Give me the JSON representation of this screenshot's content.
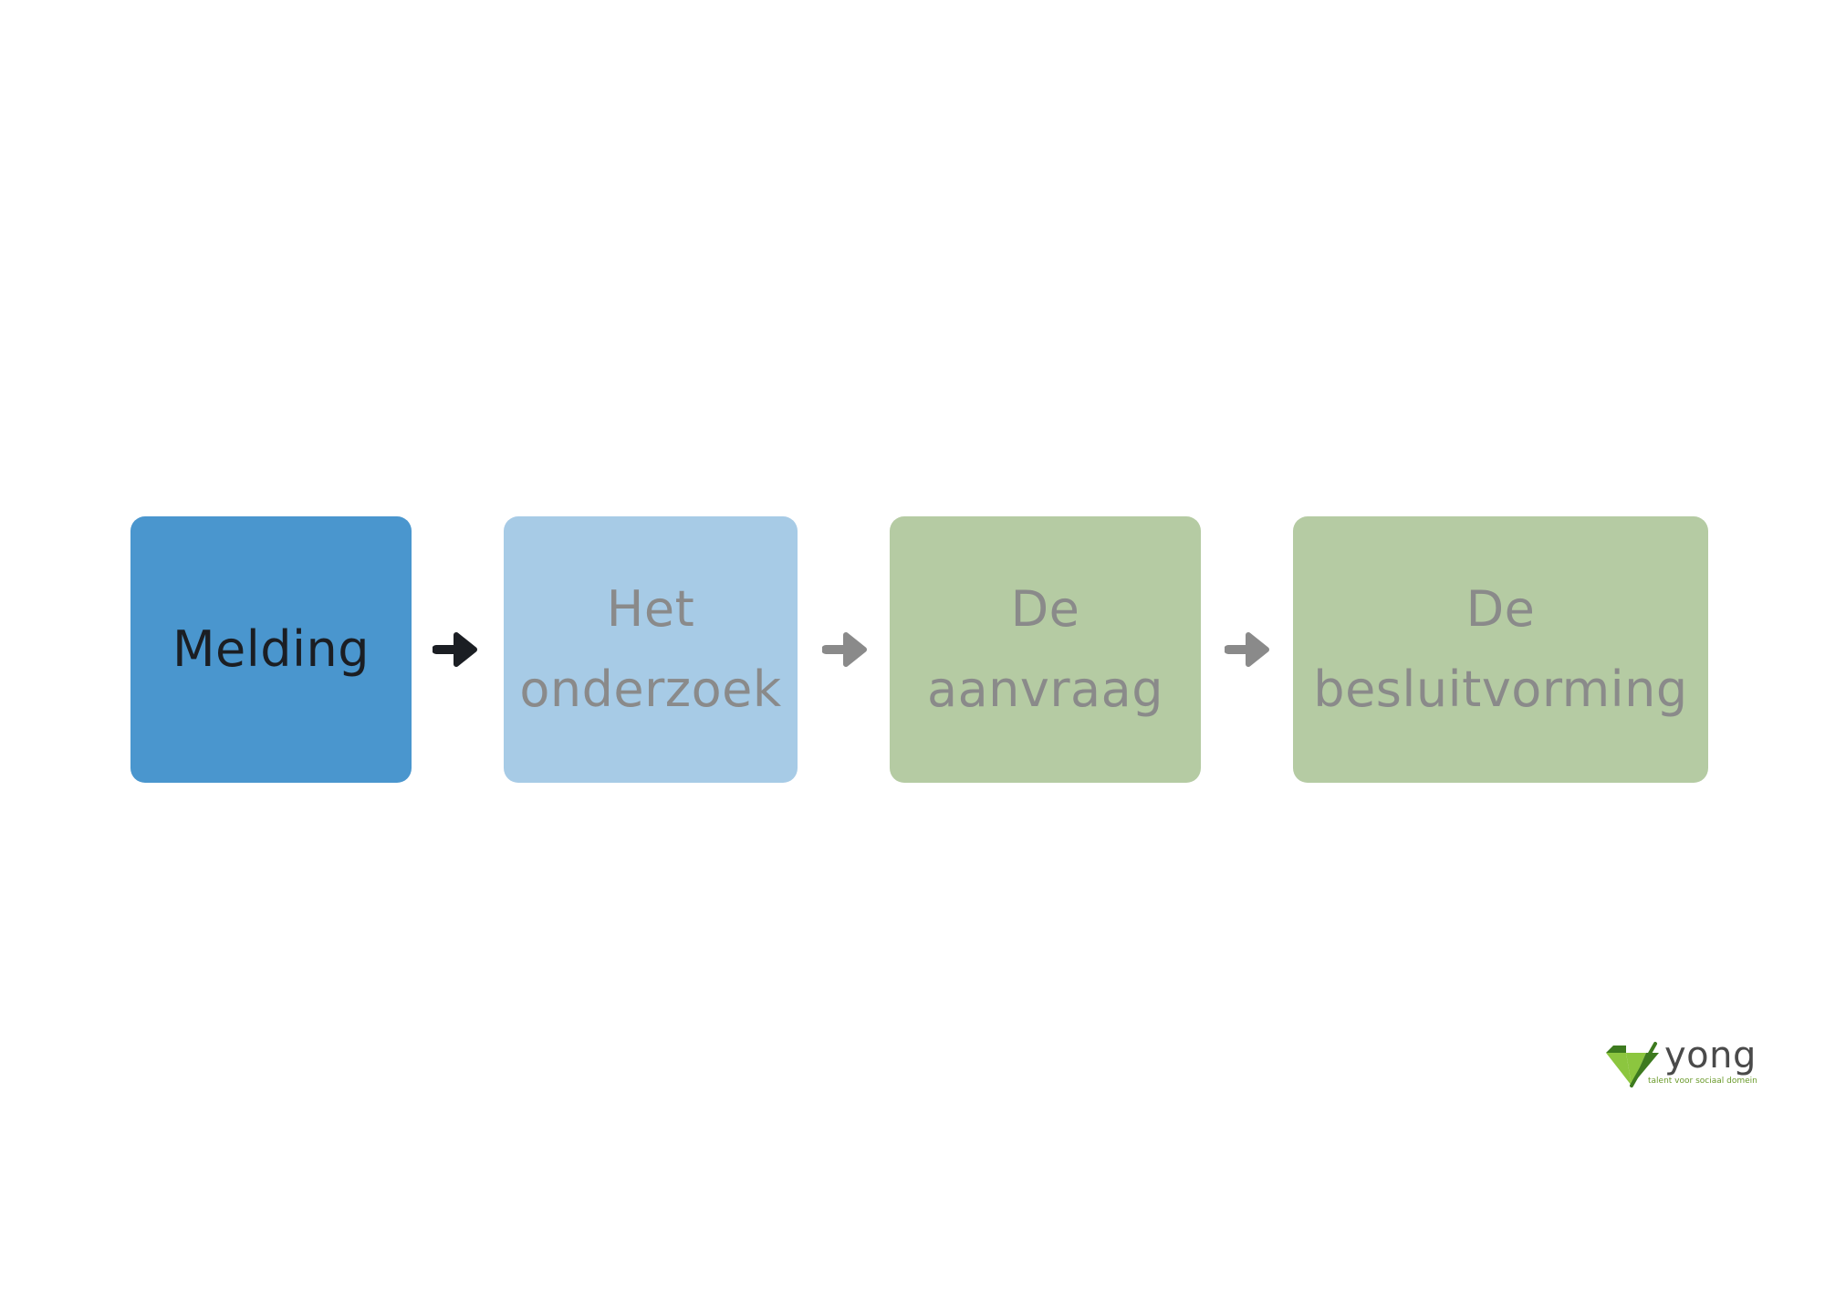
{
  "steps": [
    {
      "label": "Melding",
      "background": "#4a96ce",
      "text_color": "#1b1e23",
      "active": true
    },
    {
      "label": "Het\nonderzoek",
      "background": "#a7cbe6",
      "text_color": "#8a8a8a",
      "active": false
    },
    {
      "label": "De\naanvraag",
      "background": "#b5cba3",
      "text_color": "#8a8a8a",
      "active": false
    },
    {
      "label": "De\nbesluitvorming",
      "background": "#b5cba3",
      "text_color": "#8a8a8a",
      "active": false
    }
  ],
  "arrows": [
    {
      "icon": "arrow-right-icon",
      "color": "#1b1e23"
    },
    {
      "icon": "arrow-right-icon",
      "color": "#8a8a8a"
    },
    {
      "icon": "arrow-right-icon",
      "color": "#8a8a8a"
    }
  ],
  "logo": {
    "word": "yong",
    "tagline": "talent voor sociaal domein",
    "icon": "diamond-logo-icon",
    "colors": {
      "light": "#8cc63f",
      "dark": "#3d7a1f"
    }
  }
}
